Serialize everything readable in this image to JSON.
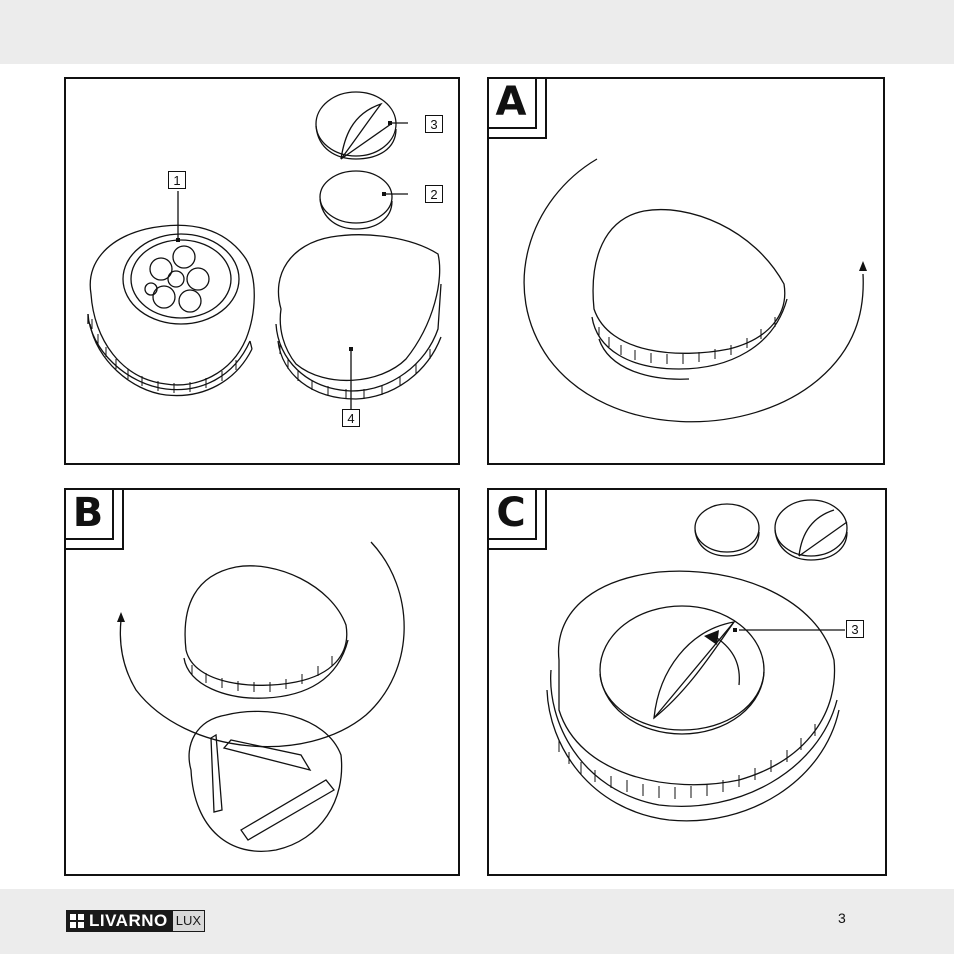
{
  "panels": {
    "overview": {
      "callouts": [
        "1",
        "2",
        "3",
        "4"
      ]
    },
    "a": {
      "letter": "A"
    },
    "b": {
      "letter": "B"
    },
    "c": {
      "letter": "C",
      "callout": "3"
    }
  },
  "footer": {
    "brand": "LIVARNO",
    "brand_suffix": "LUX",
    "page_number": "3"
  }
}
